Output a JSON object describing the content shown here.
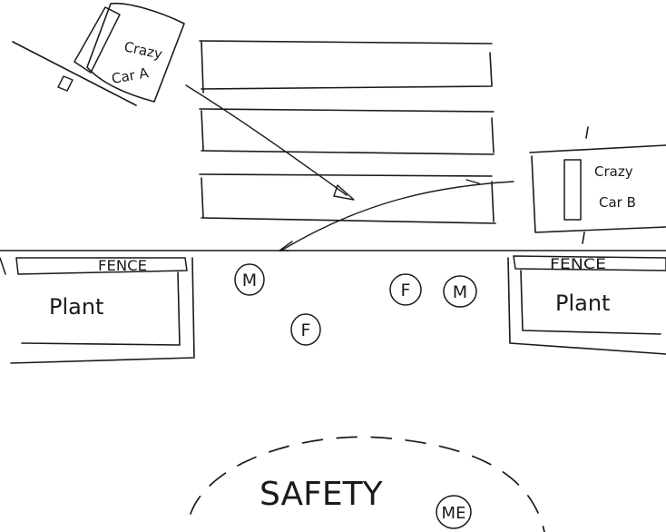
{
  "cars": {
    "a": {
      "line1": "Crazy",
      "line2": "Car A"
    },
    "b": {
      "line1": "Crazy",
      "line2": "Car B"
    }
  },
  "fence_left": "FENCE",
  "fence_right": "FENCE",
  "plant_left": "Plant",
  "plant_right": "Plant",
  "people": {
    "m1": "M",
    "f1": "F",
    "f2": "F",
    "m2": "M"
  },
  "safety_label": "SAFETY",
  "me_label": "ME"
}
